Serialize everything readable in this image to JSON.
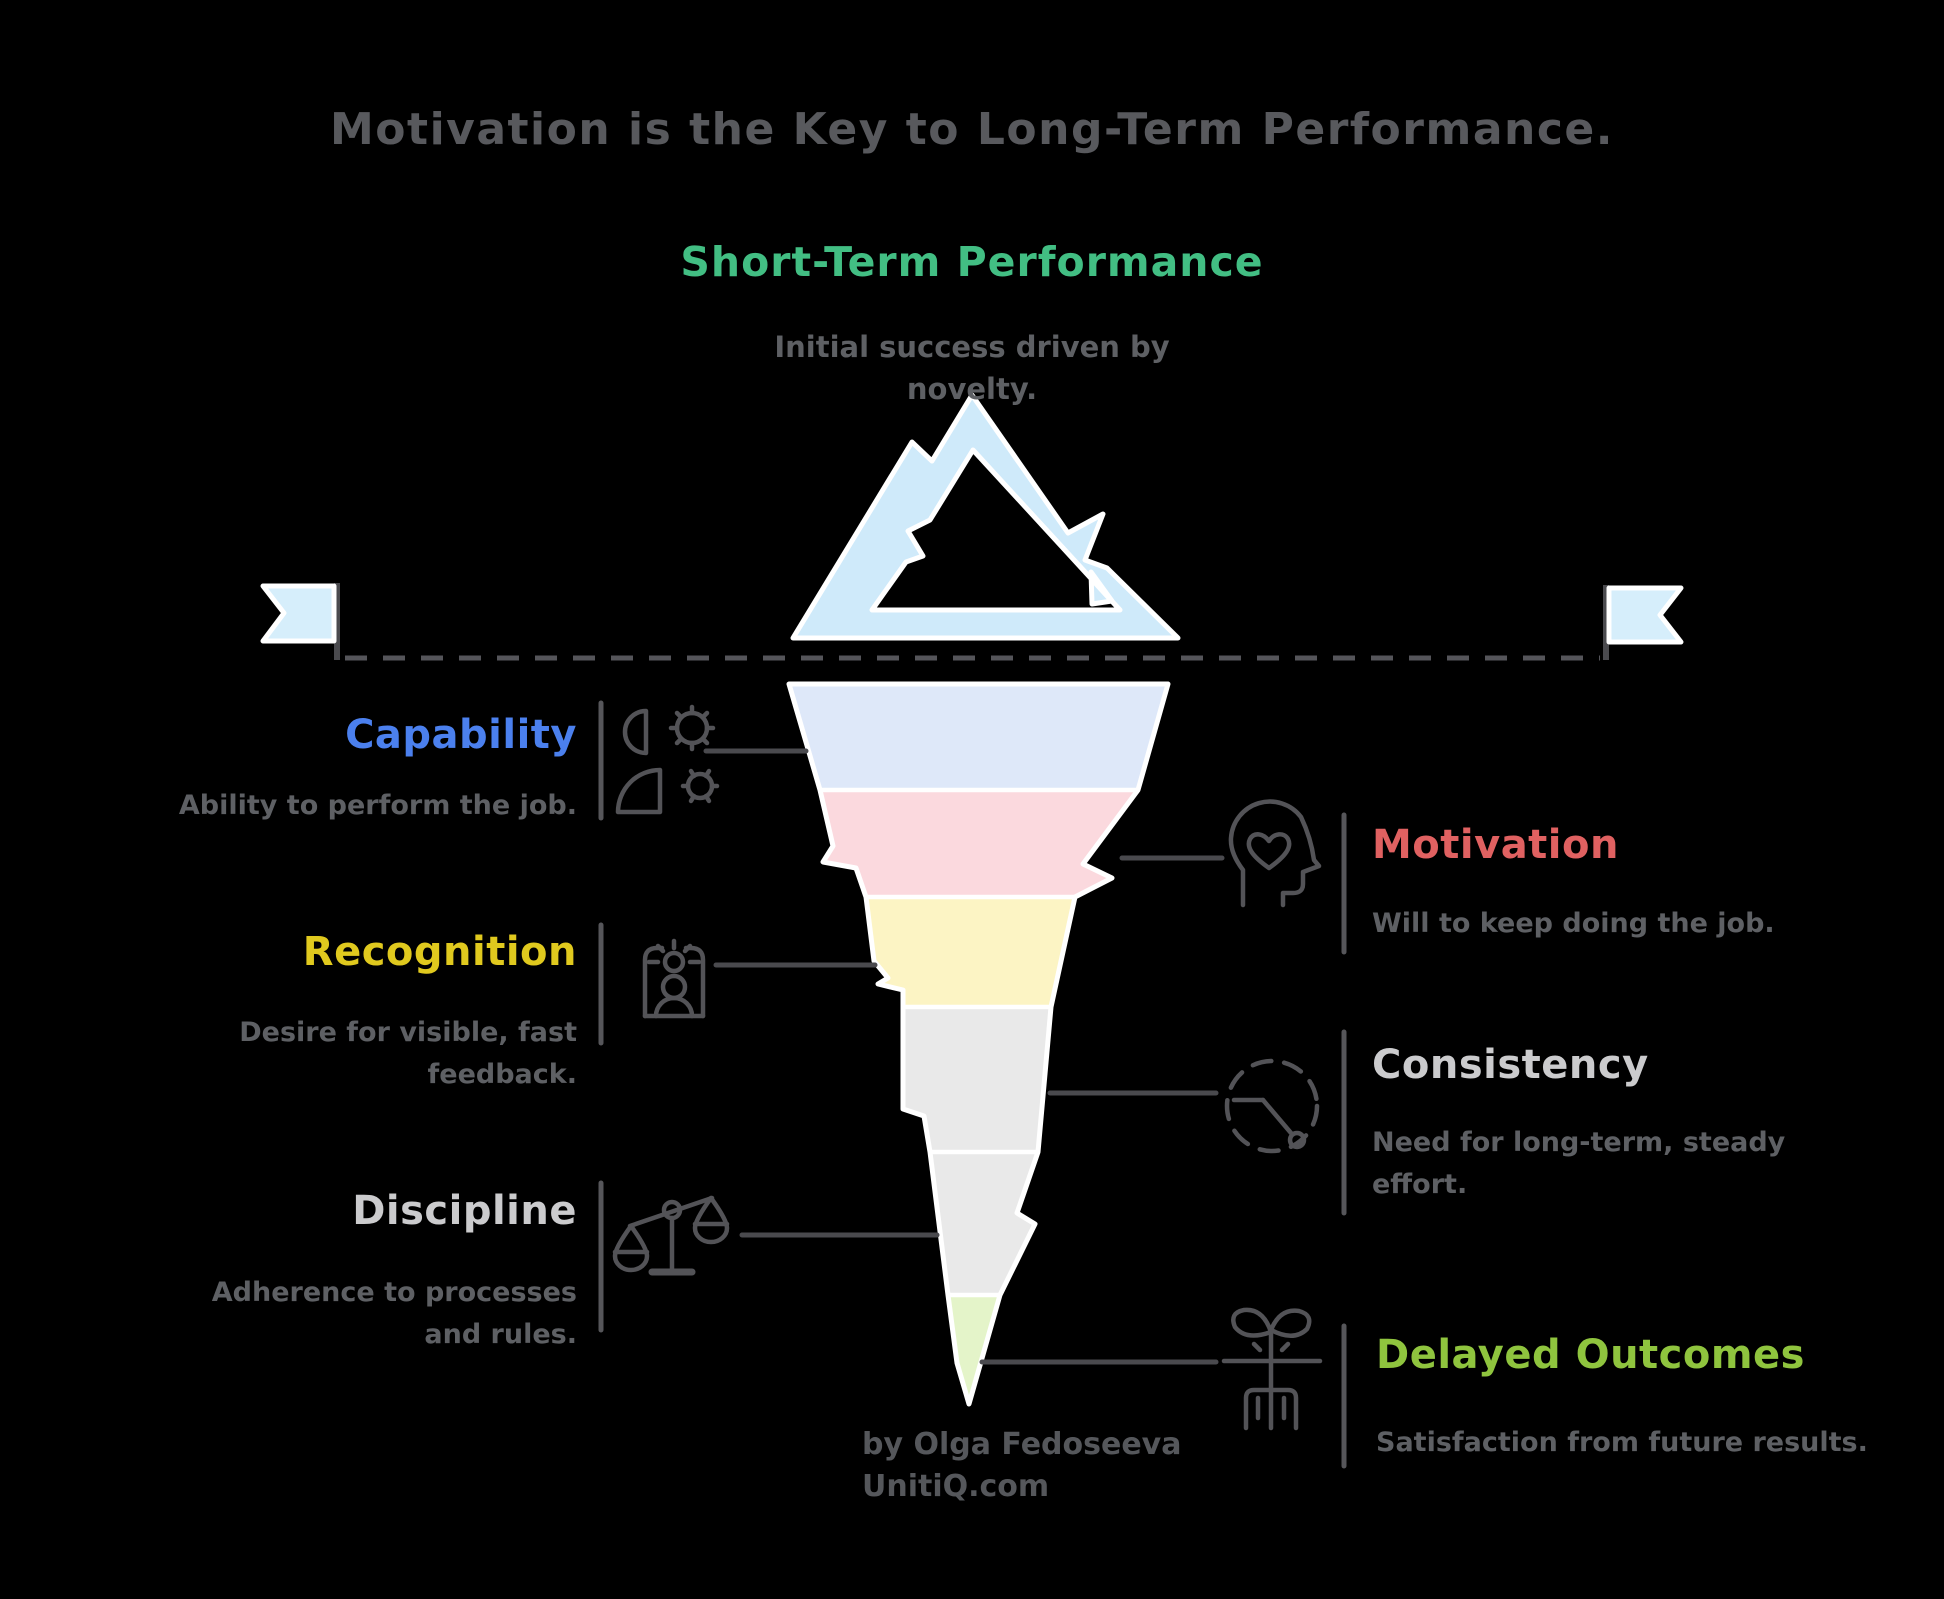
{
  "title": "Motivation is the Key to Long-Term Performance.",
  "surface": {
    "heading": "Short-Term Performance",
    "subtitle": "Initial success driven by novelty."
  },
  "sections": {
    "capability": {
      "label": "Capability",
      "description": "Ability to perform the job.",
      "color": "#4b80ee",
      "icon": "person-gear-icon"
    },
    "motivation": {
      "label": "Motivation",
      "description": "Will to keep doing the job.",
      "color": "#e06161",
      "icon": "head-heart-icon"
    },
    "recognition": {
      "label": "Recognition",
      "description": "Desire for visible, fast feedback.",
      "color": "#e0c91e",
      "icon": "badge-person-icon"
    },
    "consistency": {
      "label": "Consistency",
      "description": "Need for long-term, steady effort.",
      "color": "#cbcbcd",
      "icon": "dashed-clock-icon"
    },
    "discipline": {
      "label": "Discipline",
      "description": "Adherence to processes and rules.",
      "color": "#cbcbcd",
      "icon": "balance-scales-icon"
    },
    "delayed_outcomes": {
      "label": "Delayed Outcomes",
      "description": "Satisfaction from future results.",
      "color": "#8fc43e",
      "icon": "sprout-roots-icon"
    }
  },
  "credit": {
    "line1": "by Olga Fedoseeva",
    "line2": "UnitiQ.com"
  },
  "colors": {
    "background": "#000000",
    "title": "#58595d",
    "body_text": "#5e6064",
    "surface_heading": "#42be83",
    "iceberg_above_water": "#cfeafa",
    "flag": "#d6eefb",
    "segment_capability": "#dee8f9",
    "segment_motivation": "#fbd9de",
    "segment_recognition": "#fcf4c4",
    "segment_consistency": "#e9e9e9",
    "segment_discipline": "#e9e9e9",
    "segment_delayed_outcomes": "#e4f4c9",
    "line": "#4a4a4e",
    "icon_stroke": "#535357",
    "credit_text": "#55575b"
  }
}
